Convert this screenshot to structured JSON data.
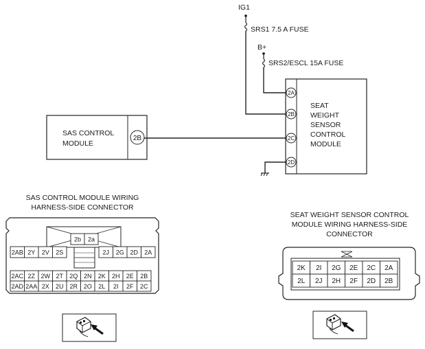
{
  "power": {
    "ig1": "IG1",
    "fuse1": "SRS1 7.5 A  FUSE",
    "bplus": "B+",
    "fuse2": "SRS2/ESCL 15A  FUSE"
  },
  "sas_module": {
    "line1": "SAS CONTROL",
    "line2": "MODULE",
    "pin": "2B"
  },
  "sws_module": {
    "lines": [
      "SEAT",
      "WEIGHT",
      "SENSOR",
      "CONTROL",
      "MODULE"
    ],
    "pins": [
      "2A",
      "2B",
      "2C",
      "2D"
    ]
  },
  "sas_connector": {
    "title1": "SAS CONTROL MODULE WIRING",
    "title2": "HARNESS-SIDE CONNECTOR",
    "top": [
      "2b",
      "2a"
    ],
    "row1_left": [
      "2AB",
      "2Y",
      "2V",
      "2S"
    ],
    "row1_right": [
      "2J",
      "2G",
      "2D",
      "2A"
    ],
    "row2": [
      "2AC",
      "2Z",
      "2W",
      "2T",
      "2Q",
      "2N",
      "2K",
      "2H",
      "2E",
      "2B"
    ],
    "row3": [
      "2AD",
      "2AA",
      "2X",
      "2U",
      "2R",
      "2O",
      "2L",
      "2I",
      "2F",
      "2C"
    ]
  },
  "sws_connector": {
    "title1": "SEAT WEIGHT SENSOR  CONTROL",
    "title2": "MODULE WIRING HARNESS-SIDE",
    "title3": "CONNECTOR",
    "row1": [
      "2K",
      "2I",
      "2G",
      "2E",
      "2C",
      "2A"
    ],
    "row2": [
      "2L",
      "2J",
      "2H",
      "2F",
      "2D",
      "2B"
    ]
  }
}
